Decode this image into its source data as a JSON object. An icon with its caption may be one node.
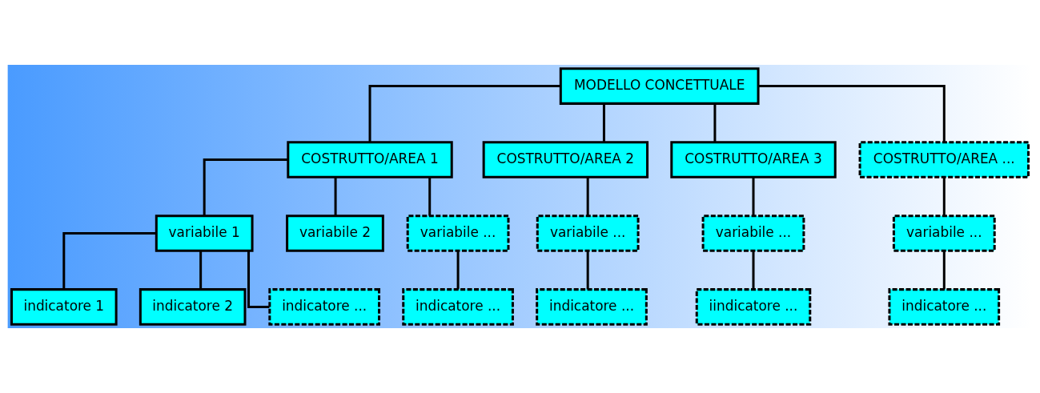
{
  "diagram": {
    "nodes": [
      {
        "text": [
          "MODELLO CONCETTUALE"
        ]
      },
      {
        "text": [
          "COSTRUTTO/AREA 1"
        ]
      },
      {
        "text": [
          "COSTRUTTO/AREA 2"
        ]
      },
      {
        "text": [
          "COSTRUTTO/AREA 3"
        ]
      },
      {
        "text": [
          "COSTRUTTO/AREA ..."
        ]
      },
      {
        "text": [
          "variabile 1"
        ]
      },
      {
        "text": [
          "variabile 2"
        ]
      },
      {
        "text": [
          "variabile ..."
        ]
      },
      {
        "text": [
          "variabile ..."
        ]
      },
      {
        "text": [
          "variabile ..."
        ]
      },
      {
        "text": [
          "variabile ..."
        ]
      },
      {
        "text": [
          "indicatore 1"
        ]
      },
      {
        "text": [
          "indicatore 2"
        ]
      },
      {
        "text": [
          "indicatore ..."
        ]
      },
      {
        "text": [
          "indicatore ..."
        ]
      },
      {
        "text": [
          "indicatore ..."
        ]
      },
      {
        "text": [
          "iindicatore ..."
        ]
      },
      {
        "text": [
          "indicatore ..."
        ]
      }
    ],
    "edges": [
      {
        "from": 0,
        "to": 1,
        "arrow": "none"
      },
      {
        "from": 0,
        "to": 2,
        "arrow": "none"
      },
      {
        "from": 0,
        "to": 3,
        "arrow": "none"
      },
      {
        "from": 0,
        "to": 4,
        "arrow": "none"
      },
      {
        "from": 1,
        "to": 5,
        "arrow": "none"
      },
      {
        "from": 1,
        "to": 6,
        "arrow": "none"
      },
      {
        "from": 1,
        "to": 7,
        "arrow": "none"
      },
      {
        "from": 2,
        "to": 8,
        "arrow": "none"
      },
      {
        "from": 3,
        "to": 9,
        "arrow": "none"
      },
      {
        "from": 4,
        "to": 10,
        "arrow": "none"
      },
      {
        "from": 5,
        "to": 11,
        "arrow": "none"
      },
      {
        "from": 5,
        "to": 12,
        "arrow": "none"
      },
      {
        "from": 5,
        "to": 13,
        "arrow": "none"
      },
      {
        "from": 7,
        "to": 14,
        "arrow": "none"
      },
      {
        "from": 8,
        "to": 15,
        "arrow": "none"
      },
      {
        "from": 9,
        "to": 16,
        "arrow": "none"
      },
      {
        "from": 10,
        "to": 17,
        "arrow": "none"
      }
    ]
  }
}
